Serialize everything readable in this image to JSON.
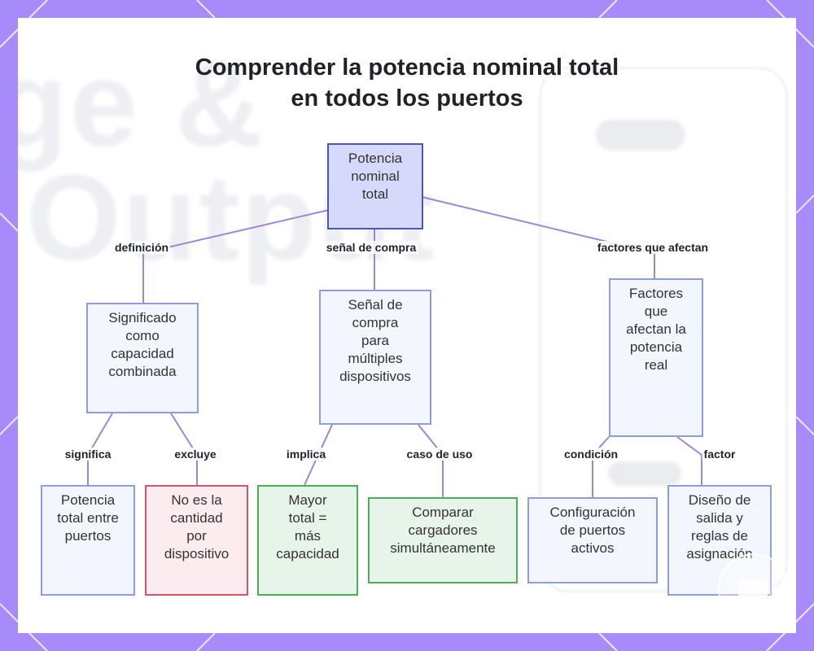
{
  "title": {
    "line1": "Comprender la potencia nominal total",
    "line2": "en todos los puertos"
  },
  "background": {
    "word1": "ge &",
    "word2": "Output"
  },
  "nodes": {
    "root": {
      "lines": [
        "Potencia",
        "nominal",
        "total"
      ]
    },
    "meaning": {
      "lines": [
        "Significado",
        "como",
        "capacidad",
        "combinada"
      ]
    },
    "signal": {
      "lines": [
        "Señal de",
        "compra",
        "para",
        "múltiples",
        "dispositivos"
      ]
    },
    "factors": {
      "lines": [
        "Factores",
        "que",
        "afectan la",
        "potencia",
        "real"
      ]
    },
    "total_between": {
      "lines": [
        "Potencia",
        "total entre",
        "puertos"
      ]
    },
    "not_per_device": {
      "lines": [
        "No es la",
        "cantidad",
        "por",
        "dispositivo"
      ]
    },
    "more_capacity": {
      "lines": [
        "Mayor",
        "total =",
        "más",
        "capacidad"
      ]
    },
    "compare": {
      "lines": [
        "Comparar",
        "cargadores",
        "simultáneamente"
      ]
    },
    "active_ports": {
      "lines": [
        "Configuración",
        "de puertos",
        "activos"
      ]
    },
    "output_design": {
      "lines": [
        "Diseño de",
        "salida y",
        "reglas de",
        "asignación"
      ]
    }
  },
  "edges": {
    "definition": "definición",
    "purchase_signal": "señal de compra",
    "affecting_factors": "factores que afectan",
    "means": "significa",
    "excludes": "excluye",
    "implies": "implica",
    "use_case": "caso de uso",
    "condition": "condición",
    "factor": "factor"
  },
  "colors": {
    "frame": "#a78bfa",
    "link": "#9d86d6",
    "root_fill": "#d6dafa",
    "root_border": "#4a5aa8",
    "blue_border": "#8f9ddf",
    "red_border": "#d6546b",
    "green_border": "#4caf58"
  }
}
